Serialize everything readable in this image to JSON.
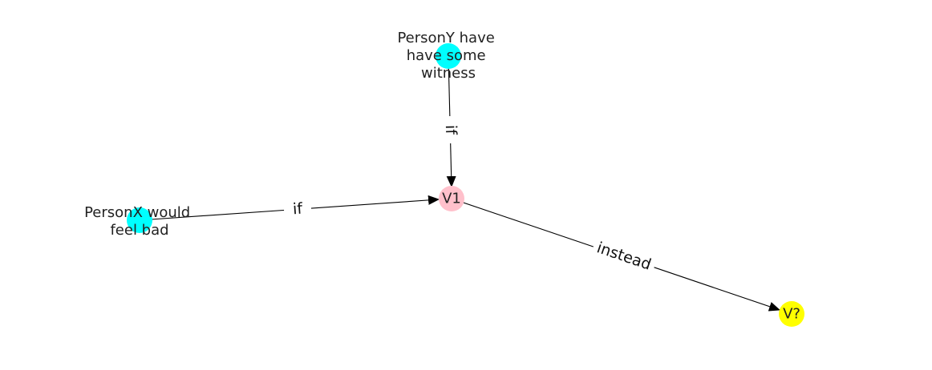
{
  "nodes": {
    "v1": {
      "label": "V1",
      "color": "#ffc0cb"
    },
    "vq": {
      "label": "V?",
      "color": "#ffff00"
    },
    "persony": {
      "lines": [
        "PersonY have",
        "have some",
        "witness"
      ],
      "color": "#00ffff"
    },
    "personx": {
      "lines": [
        "PersonX  would",
        "feel bad"
      ],
      "color": "#00ffff"
    }
  },
  "edges": {
    "persony_to_v1": {
      "label": "if"
    },
    "personx_to_v1": {
      "label": "if"
    },
    "v1_to_vq": {
      "label": "instead"
    }
  },
  "colors": {
    "edge": "#000000",
    "text": "#222222"
  }
}
